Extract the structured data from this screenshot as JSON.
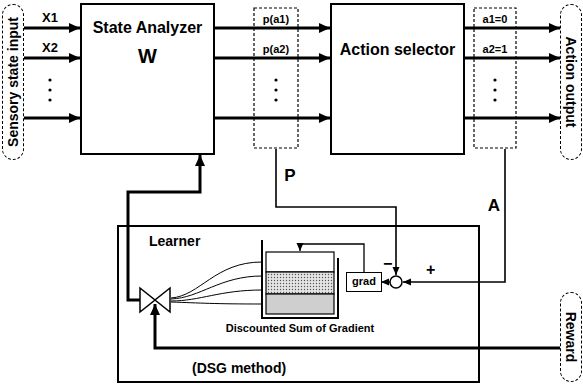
{
  "diagram": {
    "nodes": [
      {
        "text": [
          "Sensory state input"
        ]
      },
      {
        "text": [
          "State Analyzer",
          "W"
        ]
      },
      {
        "text": [
          "Action selector"
        ]
      },
      {
        "text": [
          "Action output"
        ]
      },
      {
        "text": [
          "Learner",
          "(DSG method)"
        ]
      },
      {
        "text": [
          "grad"
        ],
        "in": 4
      },
      {
        "text": [
          "Reward"
        ]
      }
    ],
    "edges": [
      {
        "from": 0,
        "to": 1,
        "label": "X1",
        "arrow": "to"
      },
      {
        "from": 0,
        "to": 1,
        "label": "X2",
        "arrow": "to"
      },
      {
        "from": 0,
        "to": 1,
        "arrow": "to"
      },
      {
        "from": 1,
        "to": 2,
        "label": "p(a1)",
        "arrow": "to"
      },
      {
        "from": 1,
        "to": 2,
        "label": "p(a2)",
        "arrow": "to"
      },
      {
        "from": 1,
        "to": 2,
        "arrow": "to"
      },
      {
        "from": 2,
        "to": 3,
        "label": "a1=0",
        "arrow": "to"
      },
      {
        "from": 2,
        "to": 3,
        "label": "a2=1",
        "arrow": "to"
      },
      {
        "from": 2,
        "to": 3,
        "arrow": "to"
      },
      {
        "from": 1,
        "to": 4,
        "label": "P",
        "arrow": "to"
      },
      {
        "from": 2,
        "to": 4,
        "label": "A",
        "arrow": "to"
      },
      {
        "from": 4,
        "to": 1,
        "arrow": "to"
      },
      {
        "from": 6,
        "to": 4,
        "arrow": "to"
      }
    ],
    "labels": [
      "Discounted Sum of Gradient",
      "−",
      "+"
    ]
  }
}
